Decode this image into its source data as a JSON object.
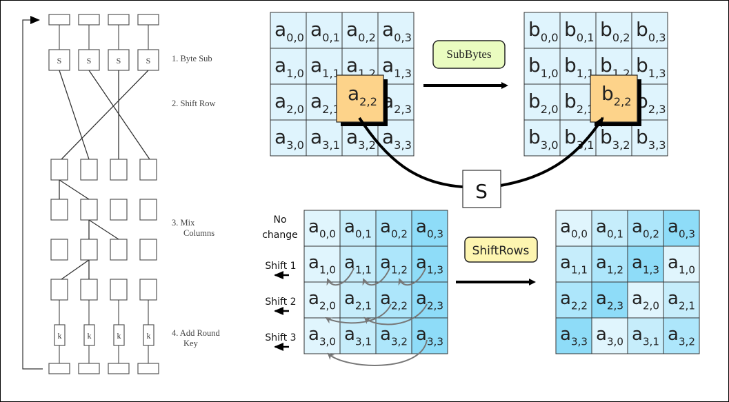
{
  "left_diagram": {
    "steps": [
      {
        "label_lines": [
          "1. Byte Sub"
        ]
      },
      {
        "label_lines": [
          "2. Shift Row"
        ]
      },
      {
        "label_lines": [
          "3. Mix",
          "Columns"
        ]
      },
      {
        "label_lines": [
          "4. Add Round",
          "Key"
        ]
      }
    ],
    "sbox_label": "S",
    "key_label": "k"
  },
  "subbytes": {
    "operation_label": "SubBytes",
    "sbox_label": "S",
    "input_prefix": "a",
    "output_prefix": "b",
    "highlight_cell": [
      2,
      2
    ],
    "colors": {
      "cell": "#dff4fd",
      "highlight": "#fdd38a",
      "label_bg": "#eafcc0"
    }
  },
  "shiftrows": {
    "operation_label": "ShiftRows",
    "row_labels": [
      [
        "No",
        "change"
      ],
      [
        "Shift 1"
      ],
      [
        "Shift 2"
      ],
      [
        "Shift 3"
      ]
    ],
    "input": [
      [
        "0,0",
        "0,1",
        "0,2",
        "0,3"
      ],
      [
        "1,0",
        "1,1",
        "1,2",
        "1,3"
      ],
      [
        "2,0",
        "2,1",
        "2,2",
        "2,3"
      ],
      [
        "3,0",
        "3,1",
        "3,2",
        "3,3"
      ]
    ],
    "output": [
      [
        "0,0",
        "0,1",
        "0,2",
        "0,3"
      ],
      [
        "1,1",
        "1,2",
        "1,3",
        "1,0"
      ],
      [
        "2,2",
        "2,3",
        "2,0",
        "2,1"
      ],
      [
        "3,3",
        "3,0",
        "3,1",
        "3,2"
      ]
    ],
    "column_colors": [
      "#e0f5fd",
      "#c6edfb",
      "#ade6fb",
      "#8edcf8"
    ],
    "label_bg": "#fdf5b0"
  }
}
